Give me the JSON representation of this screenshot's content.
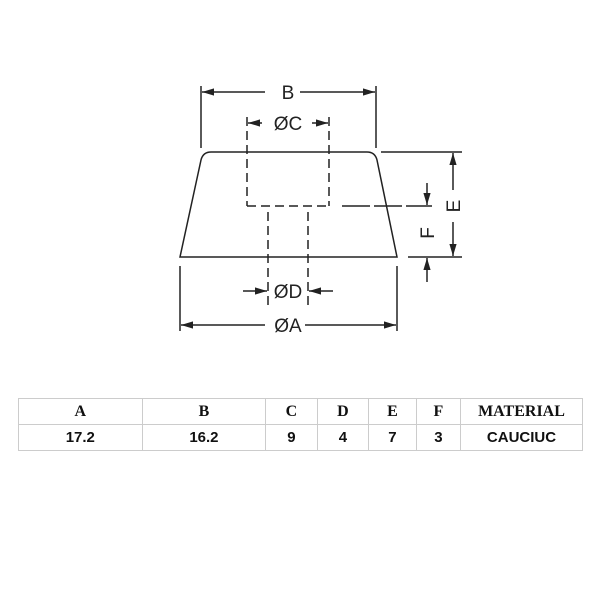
{
  "drawing": {
    "labels": {
      "A": "ØA",
      "B": "B",
      "C": "ØC",
      "D": "ØD",
      "E": "E",
      "F": "F"
    },
    "line_color": "#222222"
  },
  "table": {
    "headers": [
      "A",
      "B",
      "C",
      "D",
      "E",
      "F",
      "MATERIAL"
    ],
    "values": [
      "17.2",
      "16.2",
      "9",
      "4",
      "7",
      "3",
      "CAUCIUC"
    ]
  }
}
